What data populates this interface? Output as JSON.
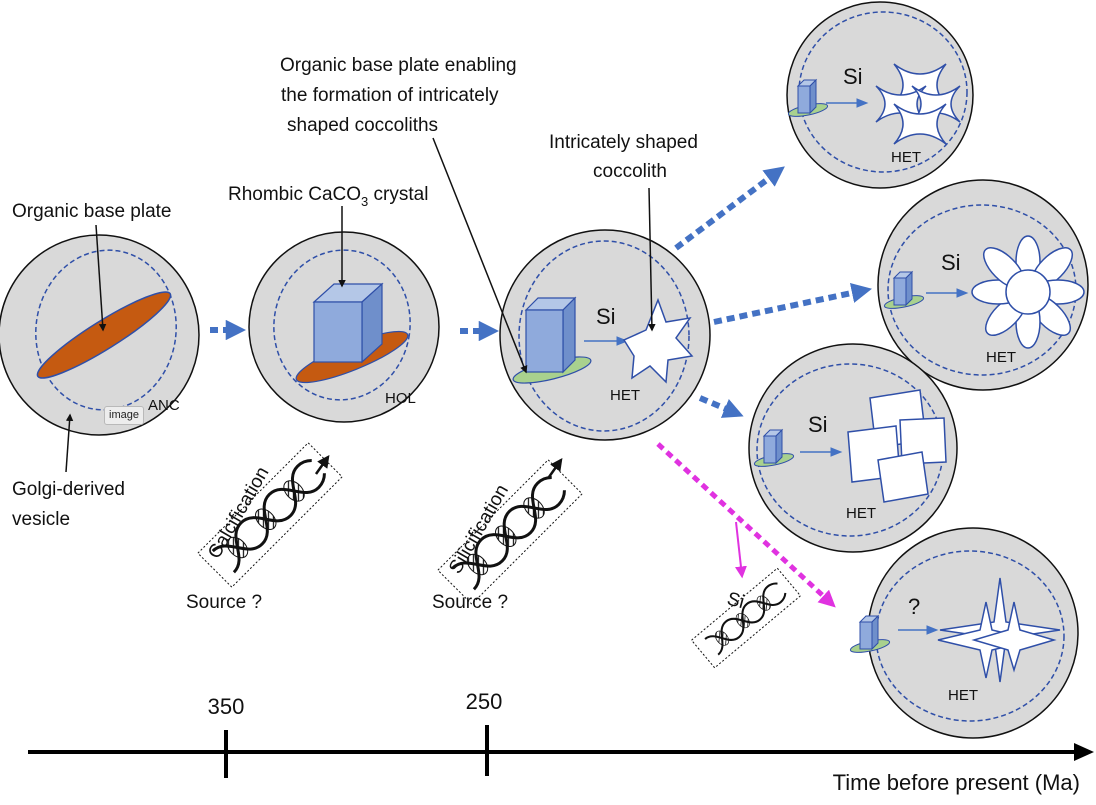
{
  "labels": {
    "organic_base_plate": "Organic base plate",
    "golgi_line1": "Golgi-derived",
    "golgi_line2": "vesicle",
    "rhombic_pre": "Rhombic CaCO",
    "rhombic_sub": "3",
    "rhombic_post": " crystal",
    "base_enabling_line1": "Organic base plate enabling",
    "base_enabling_line2": "the formation of intricately",
    "base_enabling_line3": "shaped coccoliths",
    "intricate_line1": "Intricately shaped",
    "intricate_line2": "coccolith",
    "anc": "ANC",
    "hol": "HOL",
    "het": "HET",
    "si": "Si",
    "question": "?",
    "calcification": "Calcification",
    "silicification": "Silicification",
    "source": "Source ?",
    "image_tag": "image"
  },
  "timeline": {
    "ticks": [
      "350",
      "250"
    ],
    "axis_label": "Time before present (Ma)"
  },
  "colors": {
    "cell_fill": "#d9d9d9",
    "vesicle": "#2f4fa8",
    "base_plate_orange": "#c55a11",
    "base_plate_green": "#a9d18e",
    "crystal_blue": "#8faadc",
    "arrow_blue": "#4472c4",
    "arrow_magenta": "#e032e0"
  }
}
